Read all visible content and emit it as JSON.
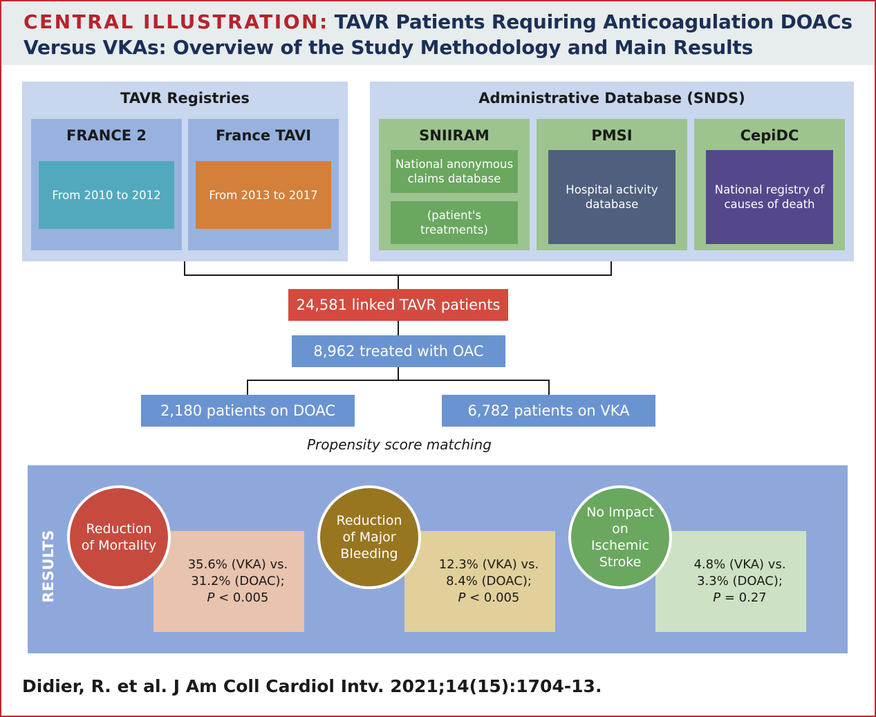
{
  "header": {
    "label": "CENTRAL ILLUSTRATION:",
    "title_line1": "TAVR Patients Requiring Anticoagulation DOACs",
    "title_line2": "Versus VKAs: Overview of the Study Methodology and Main Results"
  },
  "registries": {
    "title": "TAVR Registries",
    "items": [
      {
        "name": "FRANCE 2",
        "text": "From 2010 to 2012"
      },
      {
        "name": "France TAVI",
        "text": "From 2013 to 2017"
      }
    ]
  },
  "database": {
    "title": "Administrative Database (SNDS)",
    "items": [
      {
        "name": "SNIIRAM",
        "text": "National anonymous claims database",
        "text2": "(patient's treatments)"
      },
      {
        "name": "PMSI",
        "text": "Hospital activity database"
      },
      {
        "name": "CepiDC",
        "text": "National registry of causes of death"
      }
    ]
  },
  "flow": {
    "linked": "24,581 linked TAVR patients",
    "treated": "8,962 treated with OAC",
    "doac": "2,180 patients on DOAC",
    "vka": "6,782 patients on VKA",
    "matching": "Propensity score matching"
  },
  "results": {
    "label": "RESULTS",
    "items": [
      {
        "circle_line1": "Reduction",
        "circle_line2": "of Mortality",
        "line1": "35.6% (VKA) vs.",
        "line2": "31.2% (DOAC);",
        "p_symbol": "P",
        "p_rest": " < 0.005"
      },
      {
        "circle_line1": "Reduction",
        "circle_line2": "of Major",
        "circle_line3": "Bleeding",
        "line1": "12.3% (VKA) vs.",
        "line2": "8.4% (DOAC);",
        "p_symbol": "P",
        "p_rest": " < 0.005"
      },
      {
        "circle_line1": "No Impact",
        "circle_line2": "on",
        "circle_line3": "Ischemic",
        "circle_line4": "Stroke",
        "line1": "4.8% (VKA) vs.",
        "line2": "3.3% (DOAC);",
        "p_symbol": "P",
        "p_rest": " = 0.27"
      }
    ]
  },
  "citation": "Didier, R. et al. J Am Coll Cardiol Intv. 2021;14(15):1704-13.",
  "colors": {
    "accent_red": "#b5242b",
    "navy": "#1b2f57",
    "teal": "#52a9be",
    "orange": "#d47f3a",
    "flow_red": "#d34b3f",
    "flow_blue": "#6a93d2",
    "green_dark": "#6aa75f",
    "slate": "#4f5f7d",
    "purple": "#55478b",
    "mortality": "#c74a3e",
    "bleeding": "#98751f",
    "stroke": "#6aa75f"
  }
}
